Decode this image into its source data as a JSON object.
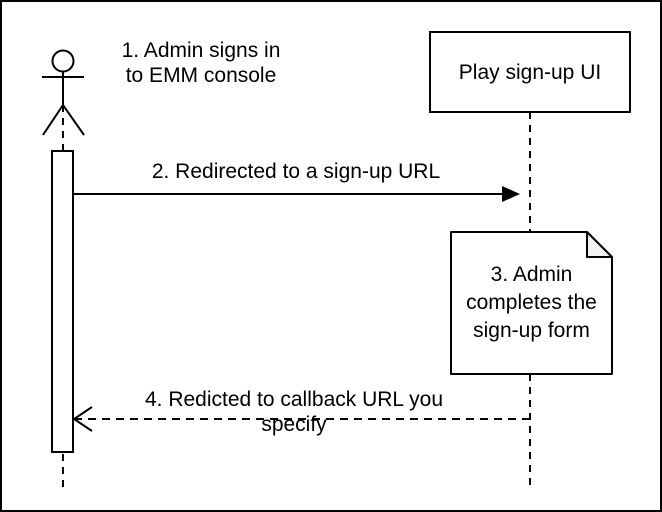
{
  "colors": {
    "stroke": "#000000",
    "background": "#ffffff",
    "fill": "#ffffff",
    "note_fold_fill": "#f2f2f2"
  },
  "diagram": {
    "type": "sequence-diagram",
    "participants": {
      "actor": {
        "shape": "stick-figure-actor",
        "label": ""
      },
      "play_signup_ui": {
        "shape": "rectangle",
        "label": "Play sign-up UI"
      }
    },
    "messages": {
      "step1": {
        "text": "1. Admin signs in\nto EMM console",
        "style": "free-text"
      },
      "step2": {
        "text": "2. Redirected to a sign-up URL",
        "style": "solid-line-filled-arrow",
        "from": "actor",
        "to": "play_signup_ui"
      },
      "step3_note": {
        "text": "3. Admin\ncompletes the\nsign-up form",
        "shape": "note-with-folded-corner"
      },
      "step4": {
        "text": "4. Redicted to callback URL you specify",
        "style": "dashed-line-open-arrow",
        "from": "play_signup_ui",
        "to": "actor"
      }
    }
  }
}
